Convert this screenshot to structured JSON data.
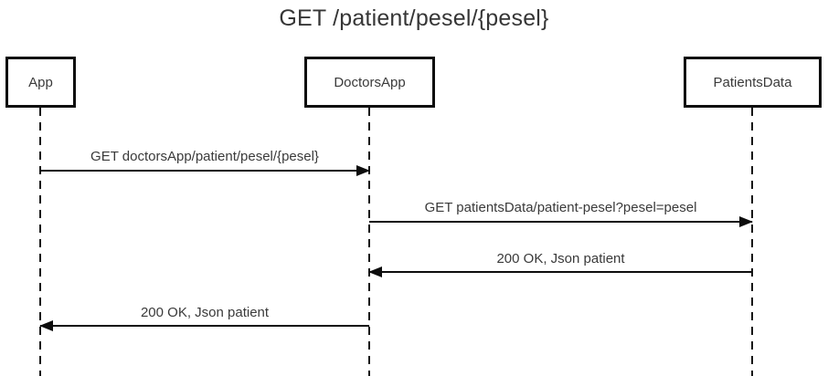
{
  "diagram": {
    "title": "GET /patient/pesel/{pesel}",
    "type": "sequence-diagram",
    "actors": [
      {
        "id": "app",
        "label": "App"
      },
      {
        "id": "doctorsapp",
        "label": "DoctorsApp"
      },
      {
        "id": "patientsdata",
        "label": "PatientsData"
      }
    ],
    "messages": [
      {
        "from": "App",
        "to": "DoctorsApp",
        "direction": "right",
        "label": "GET doctorsApp/patient/pesel/{pesel}"
      },
      {
        "from": "DoctorsApp",
        "to": "PatientsData",
        "direction": "right",
        "label": "GET patientsData/patient-pesel?pesel=pesel"
      },
      {
        "from": "PatientsData",
        "to": "DoctorsApp",
        "direction": "left",
        "label": "200 OK, Json patient"
      },
      {
        "from": "DoctorsApp",
        "to": "App",
        "direction": "left",
        "label": "200 OK, Json patient"
      }
    ],
    "colors": {
      "line": "#0d0d0d",
      "text": "#3a3a3a",
      "background": "#ffffff"
    }
  }
}
